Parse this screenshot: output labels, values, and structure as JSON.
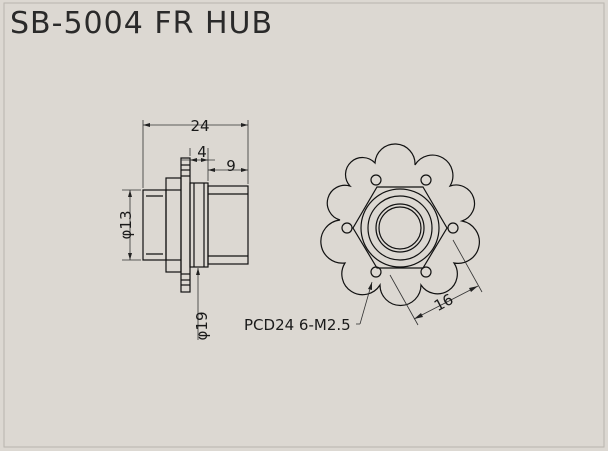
{
  "drawing": {
    "title": "SB-5004 FR HUB",
    "dimensions": {
      "overall_length": "24",
      "flange_thickness": "4",
      "shaft_length": "9",
      "bore_dia": "φ13",
      "flange_dia": "φ19",
      "pcd_note": "PCD24 6-M2.5",
      "hex_across_flats": "16"
    }
  }
}
